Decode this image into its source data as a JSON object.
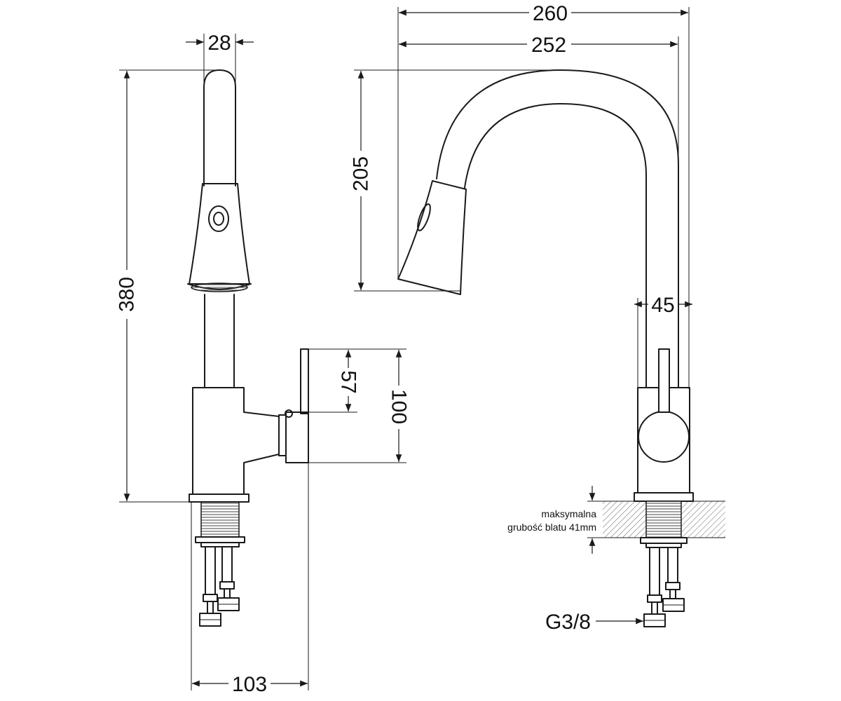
{
  "dimensions": {
    "width_top": "28",
    "height_total": "380",
    "base_width": "103",
    "handle_height": "57",
    "body_height": "100",
    "reach_outer": "260",
    "reach_inner": "252",
    "spout_drop": "205",
    "body_diameter": "45",
    "thread": "G3/8"
  },
  "note": {
    "line1": "maksymalna",
    "line2": "grubość blatu 41mm"
  }
}
